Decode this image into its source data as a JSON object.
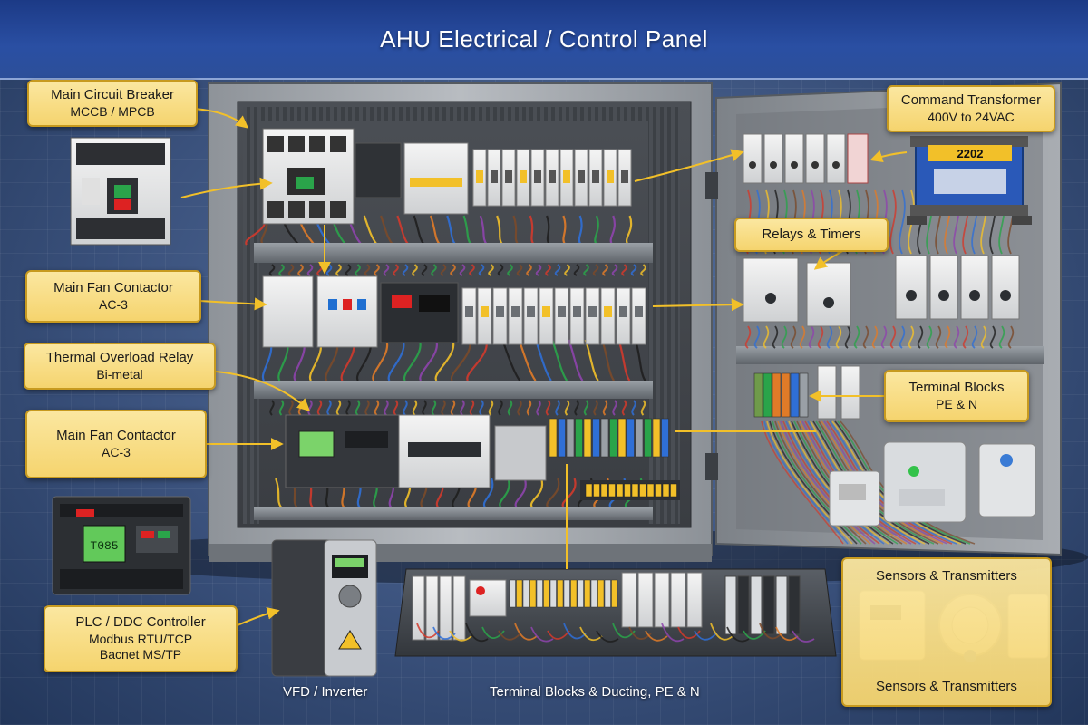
{
  "title": "AHU Electrical / Control Panel",
  "callouts": {
    "main_breaker": {
      "line1": "Main Circuit Breaker",
      "line2": "MCCB / MPCB"
    },
    "main_fan_contactor_1": {
      "line1": "Main Fan Contactor",
      "line2": "AC-3"
    },
    "thermal_overload": {
      "line1": "Thermal Overload Relay",
      "line2": "Bi-metal"
    },
    "main_fan_contactor_2": {
      "line1": "Main Fan Contactor",
      "line2": "AC-3"
    },
    "plc_controller": {
      "line1": "PLC / DDC Controller",
      "line2": "Modbus RTU/TCP",
      "line3": "Bacnet MS/TP"
    },
    "command_transformer": {
      "line1": "Command Transformer",
      "line2": "400V to 24VAC"
    },
    "relays_timers": {
      "line1": "Relays & Timers"
    },
    "terminal_blocks": {
      "line1": "Terminal Blocks",
      "line2": "PE & N"
    },
    "sensors_box": {
      "line1": "Sensors & Transmitters",
      "line2": "Sensors & Transmitters"
    }
  },
  "bottom_labels": {
    "vfd": "VFD / Inverter",
    "terminal_ducting": "Terminal Blocks & Ducting, PE & N"
  },
  "device_text": {
    "transformer_plate": "2202",
    "plc_display": "T085"
  },
  "colors": {
    "title_bg": "#2a4fa3",
    "callout_fill": "#f5d46e",
    "callout_border": "#c79a1f",
    "arrow": "#f2c029",
    "panel_grey": "#a7abb0"
  }
}
